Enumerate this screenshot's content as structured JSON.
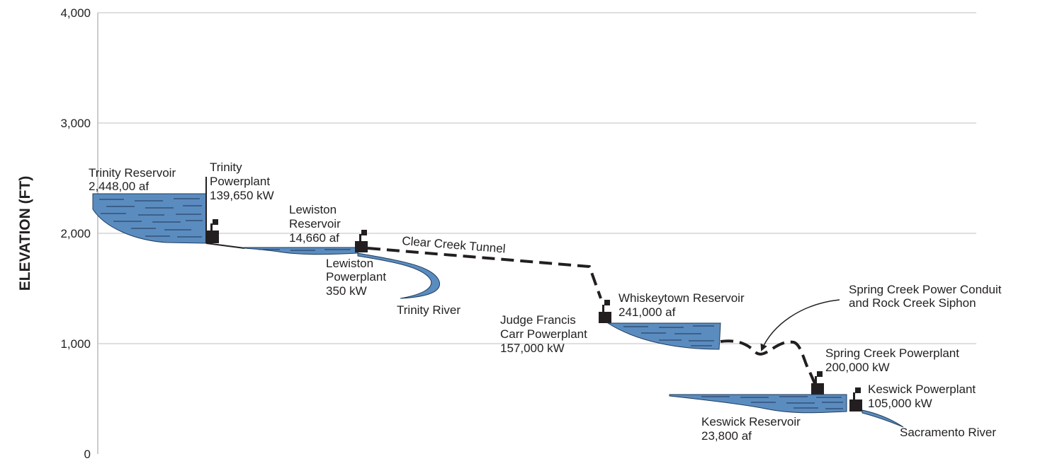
{
  "yaxis": {
    "label": "ELEVATION (FT)",
    "ticks": [
      "4,000",
      "3,000",
      "2,000",
      "1,000",
      "0"
    ],
    "tick_values": [
      4000,
      3000,
      2000,
      1000,
      0
    ]
  },
  "labels": {
    "trinity_reservoir": [
      "Trinity Reservoir",
      "2,448,00 af"
    ],
    "trinity_powerplant": [
      "Trinity",
      "Powerplant",
      "139,650 kW"
    ],
    "lewiston_reservoir": [
      "Lewiston",
      "Reservoir",
      "14,660 af"
    ],
    "lewiston_powerplant": [
      "Lewiston",
      "Powerplant",
      "350 kW"
    ],
    "trinity_river": "Trinity River",
    "clear_creek_tunnel": "Clear Creek Tunnel",
    "whiskeytown_reservoir": [
      "Whiskeytown Reservoir",
      "241,000 af"
    ],
    "carr_powerplant": [
      "Judge Francis",
      "Carr Powerplant",
      "157,000 kW"
    ],
    "spring_creek_conduit": [
      "Spring Creek Power Conduit",
      "and Rock Creek Siphon"
    ],
    "spring_creek_powerplant": [
      "Spring Creek Powerplant",
      "200,000 kW"
    ],
    "keswick_powerplant": [
      "Keswick Powerplant",
      "105,000 kW"
    ],
    "keswick_reservoir": [
      "Keswick Reservoir",
      "23,800 af"
    ],
    "sacramento_river": "Sacramento River"
  },
  "colors": {
    "water": "#5b8cbf",
    "grid": "#bfbfbf",
    "ink": "#231f20"
  }
}
